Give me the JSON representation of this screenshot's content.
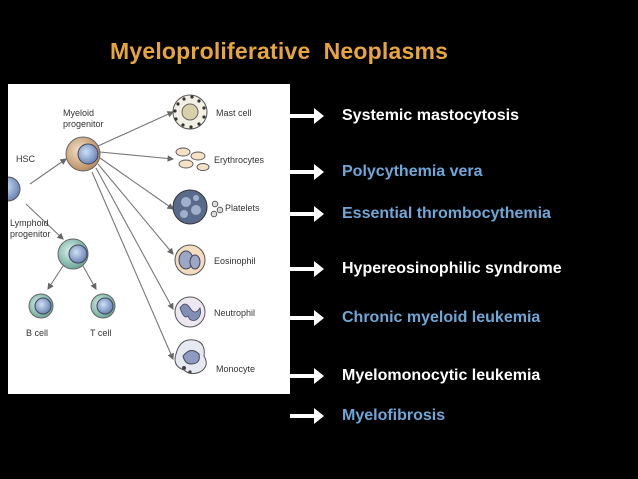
{
  "title": "Myeloproliferative  Neoplasms",
  "diagram_labels": {
    "myeloid": "Myeloid\nprogenitor",
    "hsc": "HSC",
    "lymphoid": "Lymphoid\nprogenitor",
    "b_cell": "B cell",
    "t_cell": "T cell",
    "mast": "Mast cell",
    "erythrocytes": "Erythrocytes",
    "platelets": "Platelets",
    "eosinophil": "Eosinophil",
    "neutrophil": "Neutrophil",
    "monocyte": "Monocyte"
  },
  "diseases": [
    {
      "label": "Systemic mastocytosis",
      "color": "#ffffff"
    },
    {
      "label": "Polycythemia vera",
      "color": "#6fa6d8"
    },
    {
      "label": "Essential thrombocythemia",
      "color": "#6fa6d8"
    },
    {
      "label": "Hypereosinophilic syndrome",
      "color": "#ffffff"
    },
    {
      "label": "Chronic myeloid leukemia",
      "color": "#6fa6d8"
    },
    {
      "label": "Myelomonocytic leukemia",
      "color": "#ffffff"
    },
    {
      "label": "Myelofibrosis",
      "color": "#6fa6d8"
    }
  ],
  "colors": {
    "background": "#000000",
    "title": "#e8a63a",
    "arrow": "#ffffff"
  }
}
